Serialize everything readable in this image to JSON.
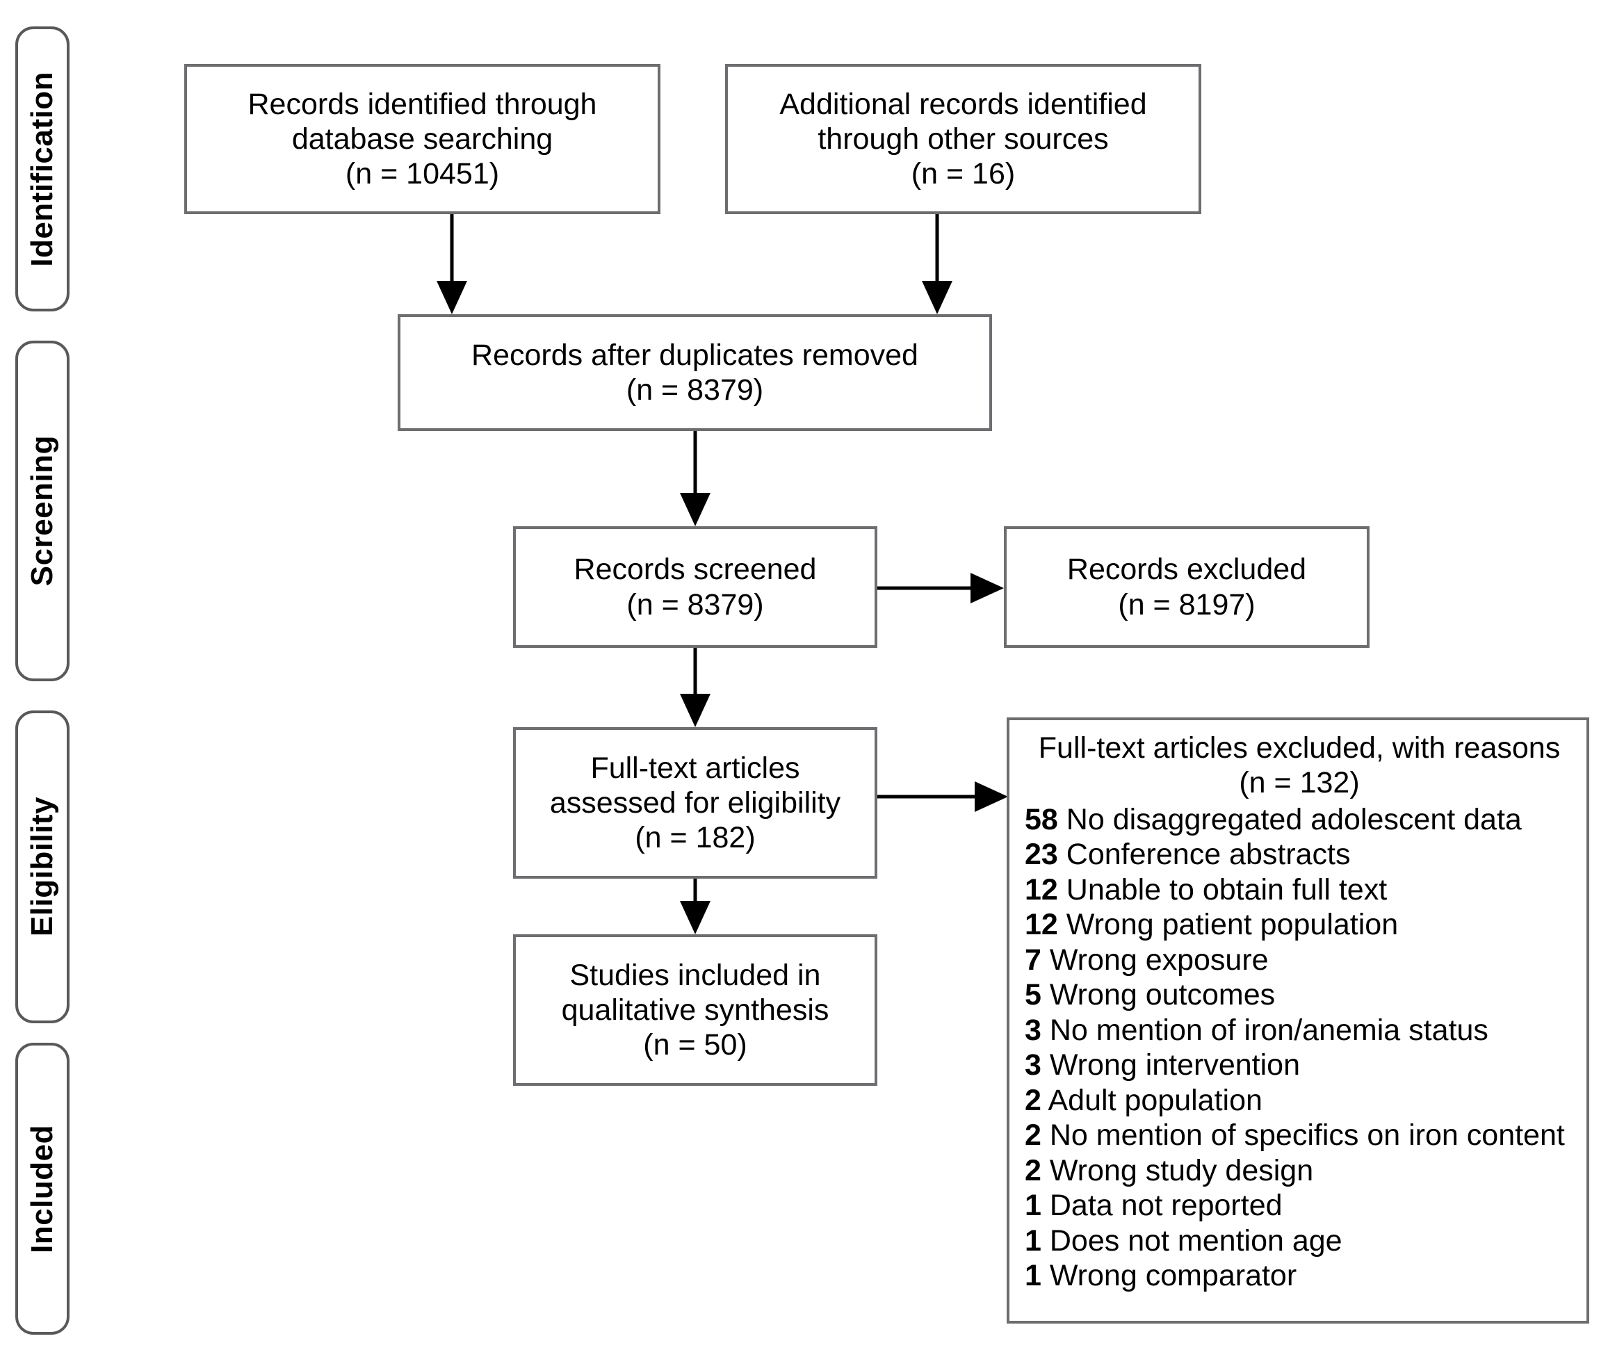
{
  "diagram": {
    "type": "prisma-flow-diagram",
    "stages": [
      {
        "id": "identification",
        "label": "Identification"
      },
      {
        "id": "screening",
        "label": "Screening"
      },
      {
        "id": "eligibility",
        "label": "Eligibility"
      },
      {
        "id": "included",
        "label": "Included"
      }
    ],
    "boxes": {
      "database_search": {
        "text": "Records identified through\ndatabase searching\n(n = 10451)",
        "count": 10451
      },
      "other_sources": {
        "text": "Additional records identified\nthrough other sources\n(n = 16)",
        "count": 16
      },
      "duplicates_removed": {
        "text": "Records after duplicates removed\n(n =  8379)",
        "count": 8379
      },
      "records_screened": {
        "text": "Records screened\n(n = 8379)",
        "count": 8379
      },
      "records_excluded": {
        "text": "Records excluded\n(n = 8197)",
        "count": 8197
      },
      "fulltext_assessed": {
        "text": "Full-text articles\nassessed for eligibility\n(n = 182)",
        "count": 182
      },
      "studies_included": {
        "text": "Studies included in\nqualitative synthesis\n(n = 50)",
        "count": 50
      }
    },
    "reasons_panel": {
      "heading": "Full-text articles excluded, with reasons\n(n = 132)",
      "total": 132,
      "reasons": [
        {
          "count": "58",
          "label": "No disaggregated adolescent data"
        },
        {
          "count": "23",
          "label": "Conference abstracts"
        },
        {
          "count": "12",
          "label": "Unable to obtain full text"
        },
        {
          "count": "12",
          "label": "Wrong patient population"
        },
        {
          "count": "7",
          "label": "Wrong exposure"
        },
        {
          "count": "5",
          "label": "Wrong outcomes"
        },
        {
          "count": "3",
          "label": "No mention of iron/anemia status"
        },
        {
          "count": "3",
          "label": "Wrong intervention"
        },
        {
          "count": "2",
          "label": "Adult population"
        },
        {
          "count": "2",
          "label": "No mention of specifics on iron content"
        },
        {
          "count": "2",
          "label": "Wrong study design"
        },
        {
          "count": "1",
          "label": "Data not reported"
        },
        {
          "count": "1",
          "label": "Does not mention age"
        },
        {
          "count": "1",
          "label": "Wrong comparator"
        }
      ]
    },
    "colors": {
      "box_border": "#6d6e71",
      "pill_border": "#58595b",
      "connector": "#000000",
      "background": "#ffffff",
      "text": "#000000"
    }
  }
}
